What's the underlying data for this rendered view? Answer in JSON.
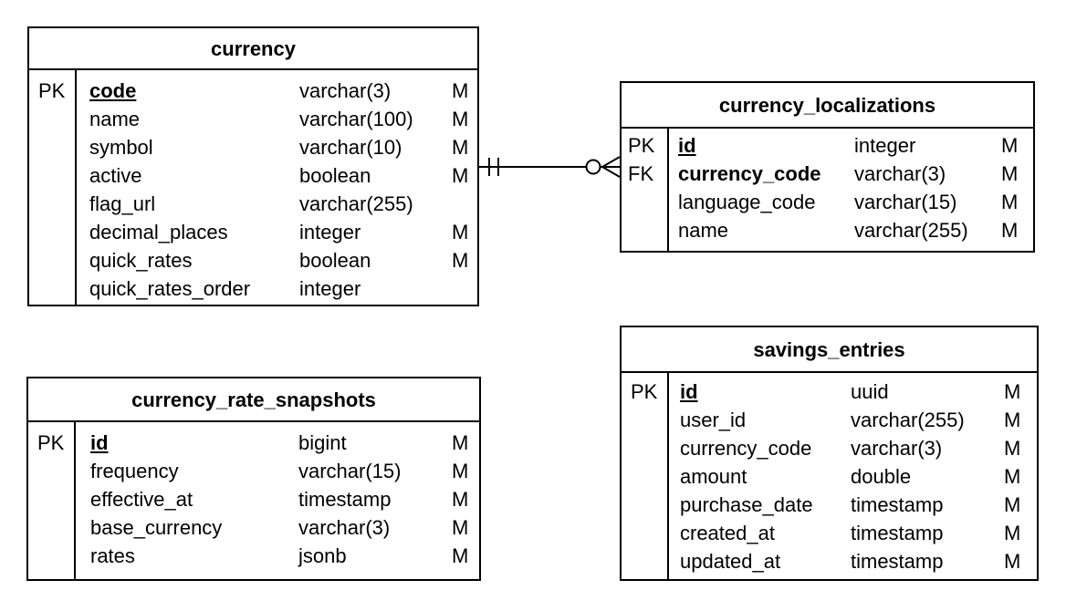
{
  "entities": {
    "currency": {
      "name": "currency",
      "keys": [
        "PK"
      ],
      "columns": [
        {
          "name": "code",
          "type": "varchar(3)",
          "mandatory": "M"
        },
        {
          "name": "name",
          "type": "varchar(100)",
          "mandatory": "M"
        },
        {
          "name": "symbol",
          "type": "varchar(10)",
          "mandatory": "M"
        },
        {
          "name": "active",
          "type": "boolean",
          "mandatory": "M"
        },
        {
          "name": "flag_url",
          "type": "varchar(255)",
          "mandatory": ""
        },
        {
          "name": "decimal_places",
          "type": "integer",
          "mandatory": "M"
        },
        {
          "name": "quick_rates",
          "type": "boolean",
          "mandatory": "M"
        },
        {
          "name": "quick_rates_order",
          "type": "integer",
          "mandatory": ""
        }
      ]
    },
    "currency_localizations": {
      "name": "currency_localizations",
      "keys": [
        "PK",
        "FK"
      ],
      "columns": [
        {
          "name": "id",
          "type": "integer",
          "mandatory": "M"
        },
        {
          "name": "currency_code",
          "type": "varchar(3)",
          "mandatory": "M"
        },
        {
          "name": "language_code",
          "type": "varchar(15)",
          "mandatory": "M"
        },
        {
          "name": "name",
          "type": "varchar(255)",
          "mandatory": "M"
        }
      ]
    },
    "currency_rate_snapshots": {
      "name": "currency_rate_snapshots",
      "keys": [
        "PK"
      ],
      "columns": [
        {
          "name": "id",
          "type": "bigint",
          "mandatory": "M"
        },
        {
          "name": "frequency",
          "type": "varchar(15)",
          "mandatory": "M"
        },
        {
          "name": "effective_at",
          "type": "timestamp",
          "mandatory": "M"
        },
        {
          "name": "base_currency",
          "type": "varchar(3)",
          "mandatory": "M"
        },
        {
          "name": "rates",
          "type": "jsonb",
          "mandatory": "M"
        }
      ]
    },
    "savings_entries": {
      "name": "savings_entries",
      "keys": [
        "PK"
      ],
      "columns": [
        {
          "name": "id",
          "type": "uuid",
          "mandatory": "M"
        },
        {
          "name": "user_id",
          "type": "varchar(255)",
          "mandatory": "M"
        },
        {
          "name": "currency_code",
          "type": "varchar(3)",
          "mandatory": "M"
        },
        {
          "name": "amount",
          "type": "double",
          "mandatory": "M"
        },
        {
          "name": "purchase_date",
          "type": "timestamp",
          "mandatory": "M"
        },
        {
          "name": "created_at",
          "type": "timestamp",
          "mandatory": "M"
        },
        {
          "name": "updated_at",
          "type": "timestamp",
          "mandatory": "M"
        }
      ]
    }
  },
  "relationships": [
    {
      "from": "currency",
      "from_cardinality": "exactly-one",
      "to": "currency_localizations",
      "to_cardinality": "zero-or-many"
    }
  ]
}
